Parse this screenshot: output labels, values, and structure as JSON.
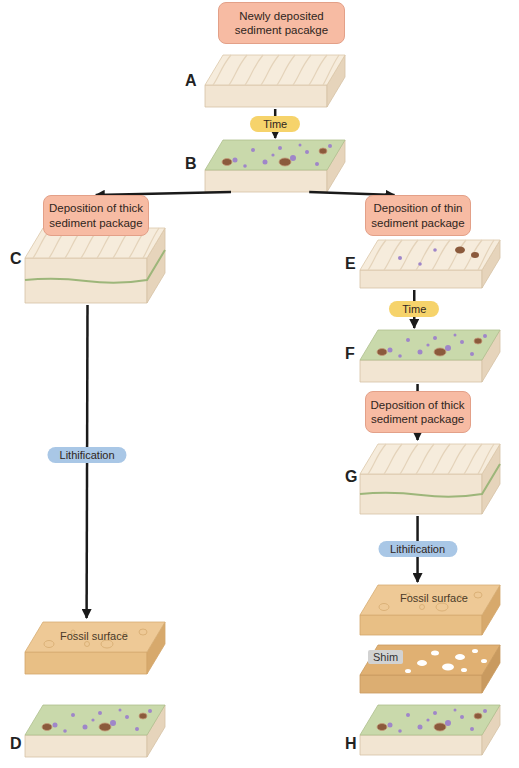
{
  "diagram": {
    "nodes": [
      {
        "text": [
          "Newly deposited sediment pacakge",
          "A"
        ]
      },
      {
        "text": [
          "B"
        ]
      },
      {
        "text": [
          "Deposition of thick sediment package",
          "C"
        ]
      },
      {
        "text": [
          "D",
          "Fossil surface"
        ]
      },
      {
        "text": [
          "Deposition of thin sediment package",
          "E"
        ]
      },
      {
        "text": [
          "F"
        ]
      },
      {
        "text": [
          "G"
        ]
      },
      {
        "text": [
          "H",
          "Fossil surface",
          "Shim"
        ]
      }
    ],
    "edges": [
      {
        "from": 0,
        "to": 1,
        "arrow": "to",
        "label": "Time"
      },
      {
        "from": 1,
        "to": 2,
        "arrow": "to"
      },
      {
        "from": 1,
        "to": 4,
        "arrow": "to"
      },
      {
        "from": 2,
        "to": 3,
        "arrow": "to",
        "label": "Lithification"
      },
      {
        "from": 4,
        "to": 5,
        "arrow": "to",
        "label": "Time"
      },
      {
        "from": 5,
        "to": 6,
        "arrow": "to",
        "label": "Deposition of thick sediment package"
      },
      {
        "from": 6,
        "to": 7,
        "arrow": "to",
        "label": "Lithification"
      }
    ]
  }
}
